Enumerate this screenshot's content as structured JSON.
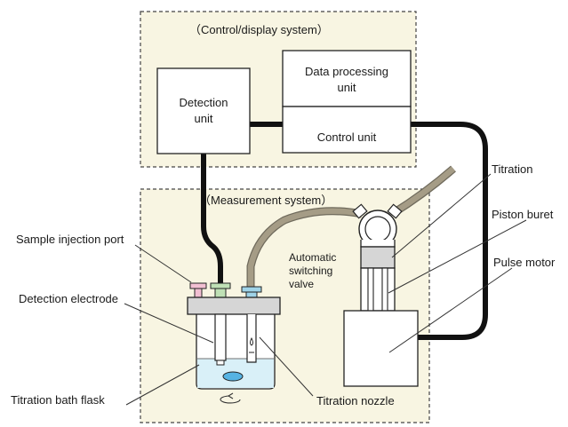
{
  "groups": {
    "control_display": "（Control/display system）",
    "measurement": "（Measurement system）"
  },
  "boxes": {
    "detection_unit": [
      "Detection",
      "unit"
    ],
    "data_processing_unit": [
      "Data processing",
      "unit"
    ],
    "control_unit": "Control unit"
  },
  "components": {
    "automatic_switching_valve": [
      "Automatic",
      "switching",
      "valve"
    ]
  },
  "callouts": {
    "titration": "Titration",
    "piston_buret": "Piston buret",
    "pulse_motor": "Pulse motor",
    "sample_injection_port": "Sample injection port",
    "detection_electrode": "Detection electrode",
    "titration_bath_flask": "Titration bath flask",
    "titration_nozzle": "Titration nozzle"
  },
  "colors": {
    "panel_fill": "#f8f5e2",
    "cable": "#111111",
    "tube": "#a59c86",
    "block_gray": "#d6d6d6",
    "liquid": "#d9f0f8",
    "stir_bar": "#56b3e3",
    "port_pink": "#f2bfd2",
    "port_green": "#bfe0b5",
    "port_blue": "#9fd3e8"
  }
}
